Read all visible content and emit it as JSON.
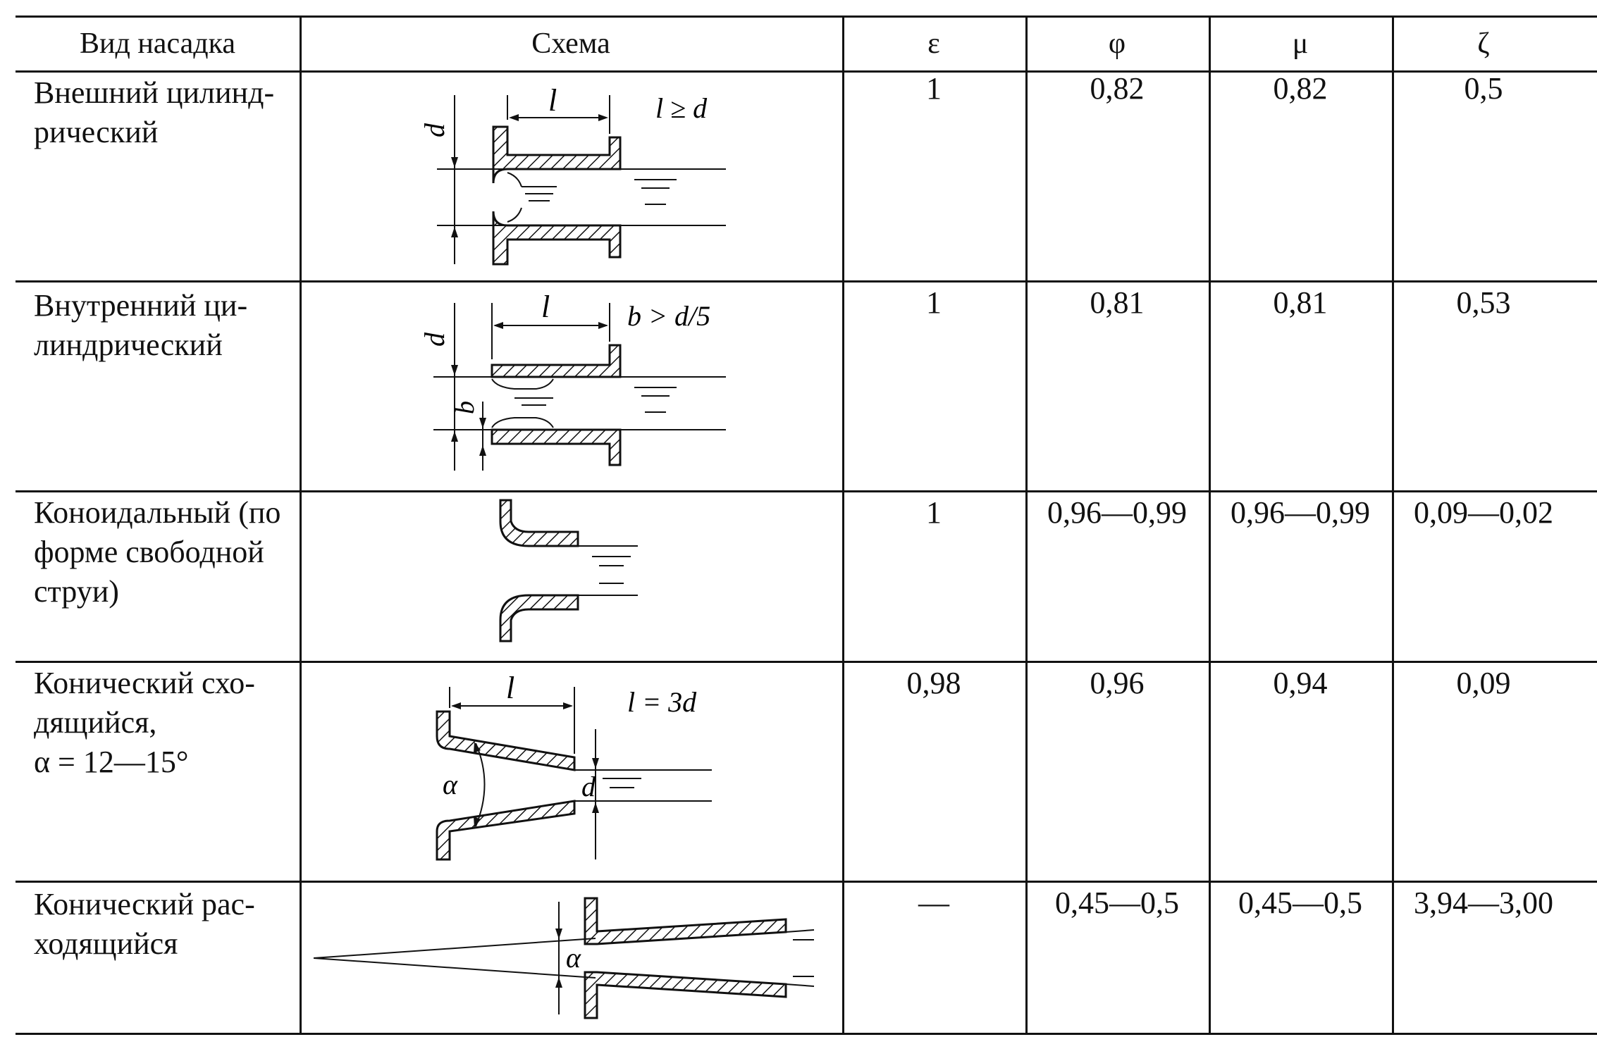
{
  "table": {
    "headers": [
      "Вид насадка",
      "Схема",
      "ε",
      "φ",
      "μ",
      "ζ"
    ],
    "rows": [
      {
        "name": "Внешний цилинд-\nрический",
        "scheme_labels": [
          "d",
          "l",
          "l ≥ d"
        ],
        "epsilon": "1",
        "phi": "0,82",
        "mu": "0,82",
        "zeta": "0,5"
      },
      {
        "name": "Внутренний ци-\nлиндрический",
        "scheme_labels": [
          "d",
          "l",
          "b > d/5",
          "b"
        ],
        "epsilon": "1",
        "phi": "0,81",
        "mu": "0,81",
        "zeta": "0,53"
      },
      {
        "name": "Коноидальный (по\nформе свободной\nструи)",
        "scheme_labels": [],
        "epsilon": "1",
        "phi": "0,96—0,99",
        "mu": "0,96—0,99",
        "zeta": "0,09—0,02"
      },
      {
        "name": "Конический схо-\nдящийся,\nα = 12—15°",
        "scheme_labels": [
          "l",
          "l = 3d",
          "α",
          "d"
        ],
        "epsilon": "0,98",
        "phi": "0,96",
        "mu": "0,94",
        "zeta": "0,09"
      },
      {
        "name": "Конический рас-\nходящийся",
        "scheme_labels": [
          "α"
        ],
        "epsilon": "—",
        "phi": "0,45—0,5",
        "mu": "0,45—0,5",
        "zeta": "3,94—3,00"
      }
    ]
  }
}
